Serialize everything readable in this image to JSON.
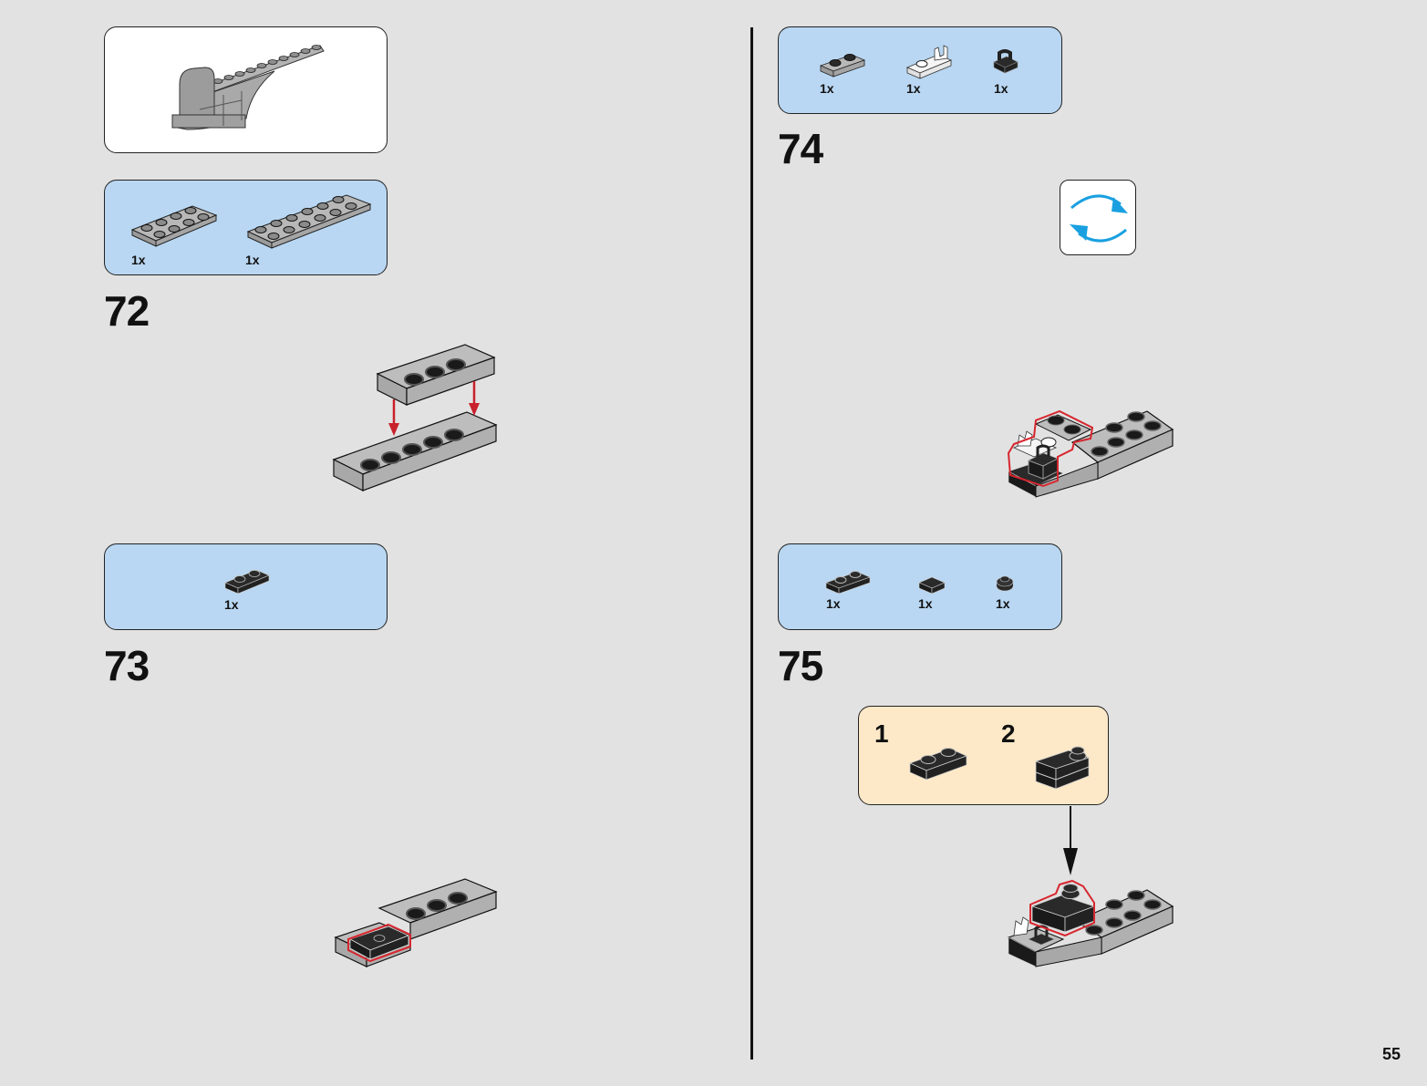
{
  "page": {
    "page_number": "55",
    "background_color": "#e2e2e2",
    "parts_box_color": "#b9d7f2",
    "subassembly_box_color": "#fde9c7",
    "highlight_color": "#d7262e",
    "arrow_color_red": "#c8202c",
    "rotate_icon_color": "#1aa0e0"
  },
  "left_column": {
    "preview": {
      "icon": "completed-model-preview"
    },
    "step72": {
      "number": "72",
      "parts": [
        {
          "name": "plate 2x4 light gray",
          "qty": "1x"
        },
        {
          "name": "plate 2x6 light gray",
          "qty": "1x"
        }
      ]
    },
    "step73": {
      "number": "73",
      "parts": [
        {
          "name": "plate 1x2 black",
          "qty": "1x"
        }
      ]
    }
  },
  "right_column": {
    "step74": {
      "number": "74",
      "parts": [
        {
          "name": "plate 1x2 light gray",
          "qty": "1x"
        },
        {
          "name": "plate 1x2 with clip white",
          "qty": "1x"
        },
        {
          "name": "clip black",
          "qty": "1x"
        }
      ],
      "rotate_icon": "rotate-model-icon"
    },
    "step75": {
      "number": "75",
      "parts": [
        {
          "name": "plate 1x2 black",
          "qty": "1x"
        },
        {
          "name": "tile 1x1 black",
          "qty": "1x"
        },
        {
          "name": "round plate 1x1 black",
          "qty": "1x"
        }
      ],
      "substeps": [
        {
          "number": "1"
        },
        {
          "number": "2"
        }
      ]
    }
  }
}
